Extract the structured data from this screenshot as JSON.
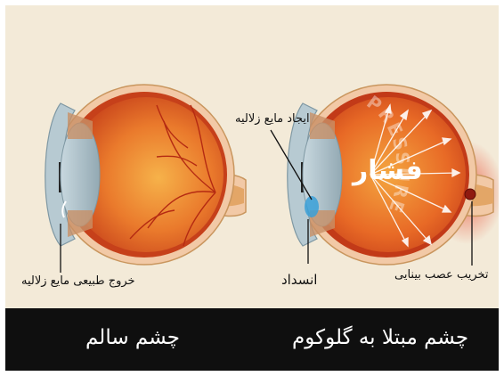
{
  "healthy_eye": {
    "outflow_label": "خروج طبیعی مایع زلالیه",
    "caption": "چشم سالم"
  },
  "glaucoma_eye": {
    "production_label": "ایجاد مایع زلالیه",
    "blockage_label": "انسداد",
    "pressure_label": "فشار",
    "pressure_word": "PRESSURE",
    "nerve_damage_label": "تخریب عصب بینایی",
    "caption": "چشم مبتلا به گلوکوم"
  },
  "colors": {
    "background": "#f3ead8",
    "eyeball": "#d94f1e",
    "sclera": "#f2c9a6",
    "caption_bar": "#0f0f0f"
  }
}
